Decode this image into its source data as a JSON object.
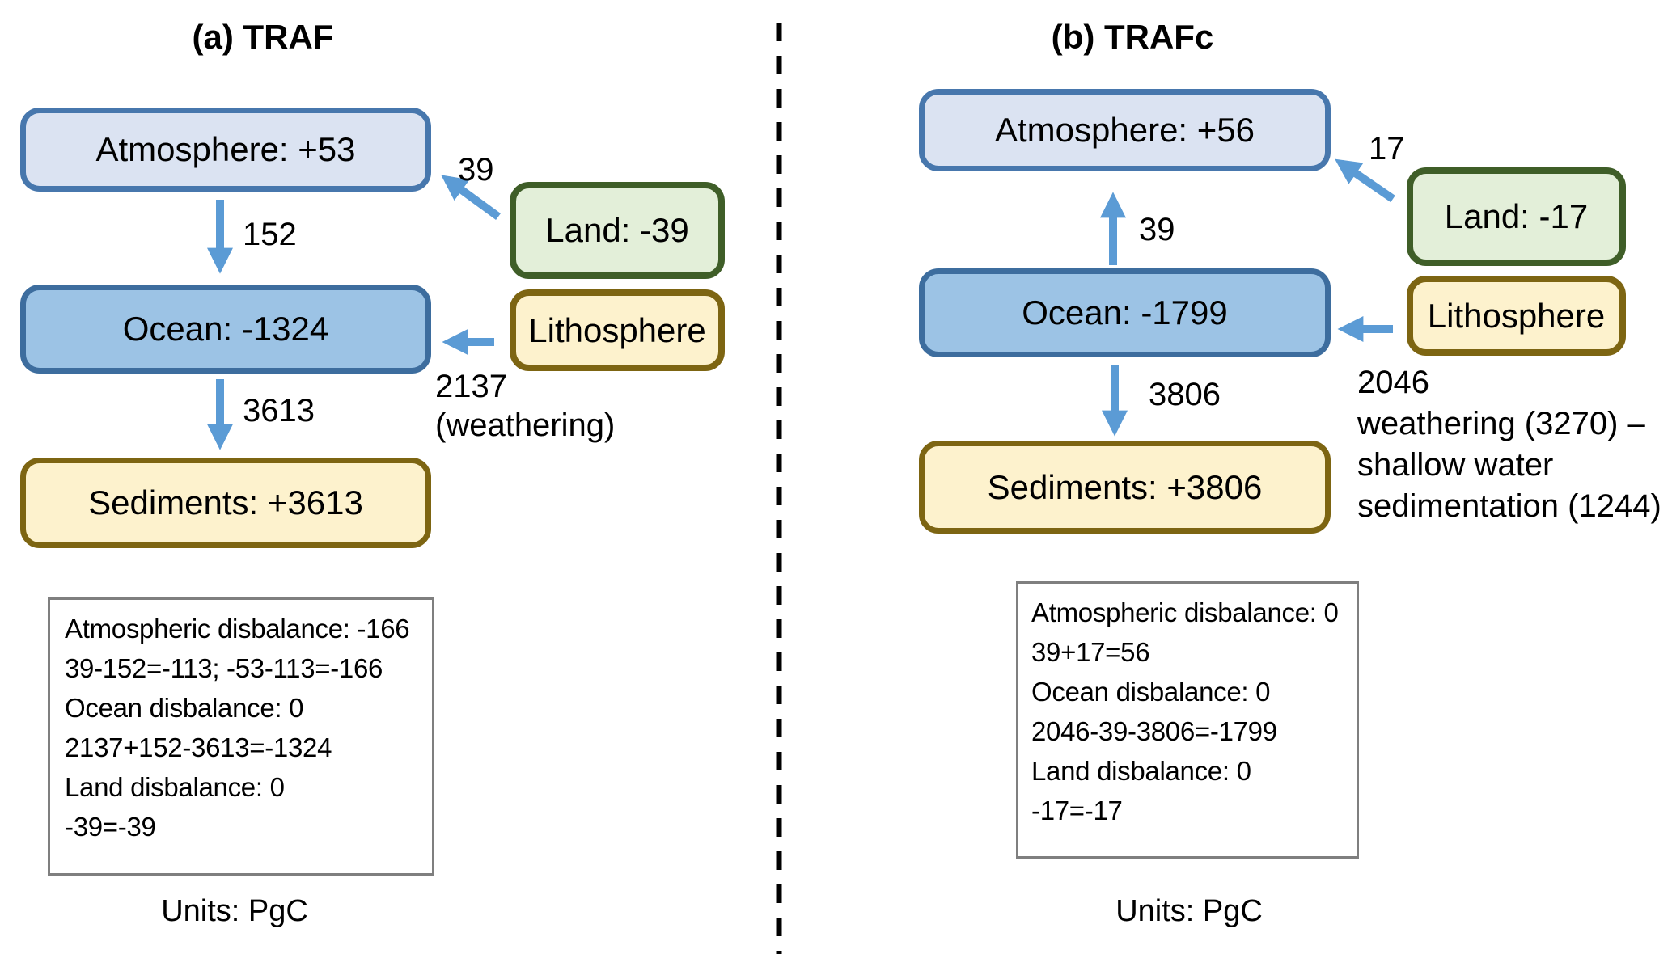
{
  "colors": {
    "arrow": "#5b9bd5",
    "atmosphere_fill": "#dbe3f2",
    "atmosphere_border": "#4777ad",
    "ocean_fill": "#9cc3e5",
    "ocean_border": "#3d6d9e",
    "sediments_fill": "#fdf2cd",
    "sediments_border": "#7d6512",
    "land_fill": "#e3efd9",
    "land_border": "#3f5e28",
    "lithosphere_fill": "#fdf2cd",
    "lithosphere_border": "#7d6512",
    "balance_border": "#7f7f7f",
    "divider": "#000000"
  },
  "panels": [
    {
      "title": "(a) TRAF",
      "boxes": {
        "atmosphere": "Atmosphere: +53",
        "ocean": "Ocean: -1324",
        "sediments": "Sediments: +3613",
        "land": "Land: -39",
        "lithosphere": "Lithosphere"
      },
      "flows": {
        "atmosphere_to_ocean": "152",
        "ocean_to_sediments": "3613",
        "land_to_atmosphere": "39",
        "lithosphere_to_ocean_lines": [
          "2137",
          "(weathering)"
        ]
      },
      "balance_lines": [
        "Atmospheric disbalance: -166",
        "39-152=-113; -53-113=-166",
        "Ocean disbalance: 0",
        "2137+152-3613=-1324",
        "Land disbalance: 0",
        "-39=-39"
      ],
      "units": "Units: PgC"
    },
    {
      "title": "(b) TRAFc",
      "boxes": {
        "atmosphere": "Atmosphere: +56",
        "ocean": "Ocean: -1799",
        "sediments": "Sediments: +3806",
        "land": "Land: -17",
        "lithosphere": "Lithosphere"
      },
      "flows": {
        "ocean_to_atmosphere": "39",
        "ocean_to_sediments": "3806",
        "land_to_atmosphere": "17",
        "lithosphere_to_ocean_lines": [
          "2046",
          "weathering (3270) –",
          "shallow water",
          "sedimentation (1244)"
        ]
      },
      "balance_lines": [
        "Atmospheric disbalance: 0",
        "39+17=56",
        "Ocean disbalance: 0",
        "2046-39-3806=-1799",
        "Land disbalance: 0",
        "-17=-17"
      ],
      "units": "Units: PgC"
    }
  ]
}
